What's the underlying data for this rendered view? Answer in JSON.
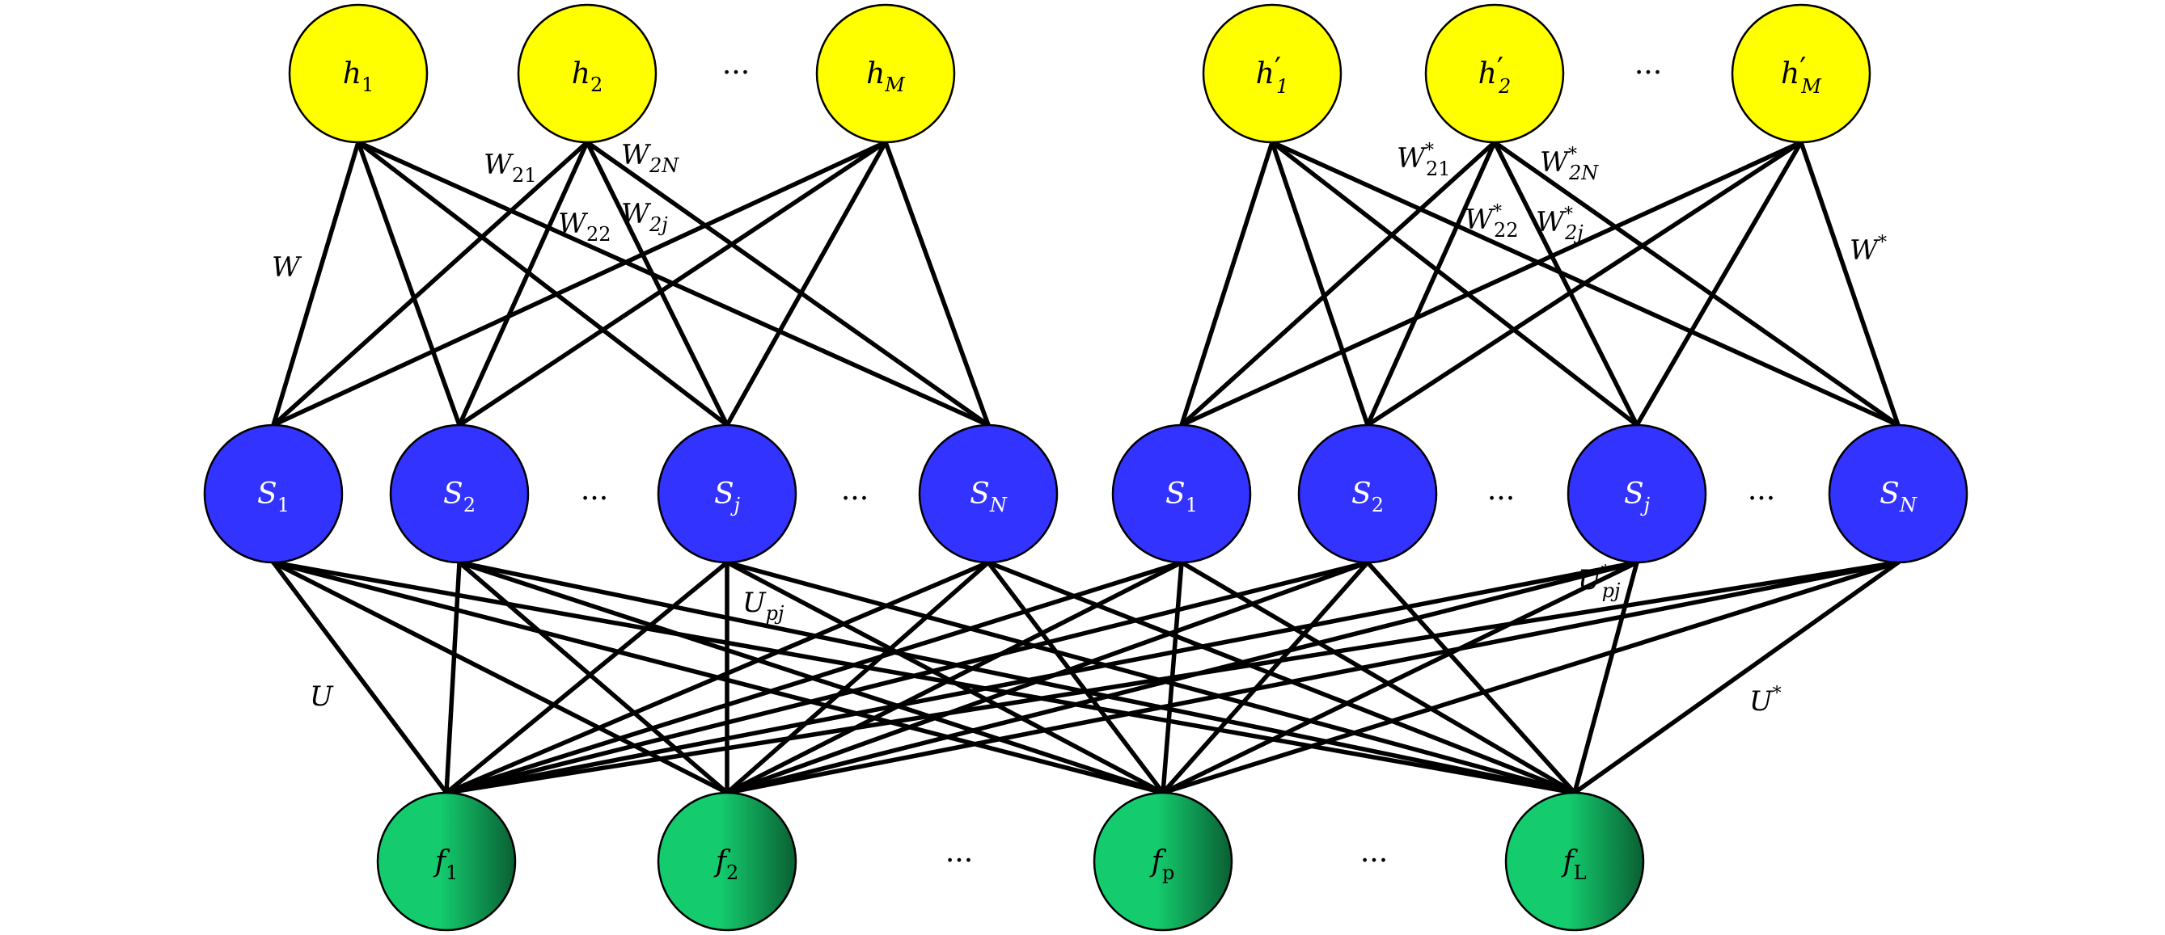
{
  "colors": {
    "hidden": "#ffff00",
    "state": "#3333ff",
    "feature_light": "#14cc6e",
    "feature_dark": "#0a5f33",
    "edge": "#000000"
  },
  "layers": {
    "hidden_left": [
      {
        "id": "h1",
        "base": "h",
        "sub": "1",
        "prime": ""
      },
      {
        "id": "h2",
        "base": "h",
        "sub": "2",
        "prime": ""
      },
      {
        "id": "hM",
        "base": "h",
        "sub": "M",
        "prime": ""
      }
    ],
    "hidden_right": [
      {
        "id": "h1p",
        "base": "h",
        "sub": "1",
        "prime": "′"
      },
      {
        "id": "h2p",
        "base": "h",
        "sub": "2",
        "prime": "′"
      },
      {
        "id": "hMp",
        "base": "h",
        "sub": "M",
        "prime": "′"
      }
    ],
    "state_left": [
      {
        "id": "S1",
        "base": "S",
        "sub": "1"
      },
      {
        "id": "S2",
        "base": "S",
        "sub": "2"
      },
      {
        "id": "Sj",
        "base": "S",
        "sub": "j"
      },
      {
        "id": "SN",
        "base": "S",
        "sub": "N"
      }
    ],
    "state_right": [
      {
        "id": "S1p",
        "base": "S",
        "sub": "1"
      },
      {
        "id": "S2p",
        "base": "S",
        "sub": "2"
      },
      {
        "id": "Sjp",
        "base": "S",
        "sub": "j"
      },
      {
        "id": "SNp",
        "base": "S",
        "sub": "N"
      }
    ],
    "features": [
      {
        "id": "f1",
        "base": "f",
        "sub": "1"
      },
      {
        "id": "f2",
        "base": "f",
        "sub": "2"
      },
      {
        "id": "fp",
        "base": "f",
        "sub": "p"
      },
      {
        "id": "fL",
        "base": "f",
        "sub": "L"
      }
    ]
  },
  "ellipsis": "...",
  "edge_labels": [
    {
      "id": "W",
      "base": "W",
      "sub": "",
      "sup": ""
    },
    {
      "id": "W21",
      "base": "W",
      "sub": "21",
      "sup": ""
    },
    {
      "id": "W2N",
      "base": "W",
      "sub": "2N",
      "sup": ""
    },
    {
      "id": "W22",
      "base": "W",
      "sub": "22",
      "sup": ""
    },
    {
      "id": "W2j",
      "base": "W",
      "sub": "2j",
      "sup": ""
    },
    {
      "id": "W21s",
      "base": "W",
      "sub": "21",
      "sup": "*"
    },
    {
      "id": "W2Ns",
      "base": "W",
      "sub": "2N",
      "sup": "*"
    },
    {
      "id": "W22s",
      "base": "W",
      "sub": "22",
      "sup": "*"
    },
    {
      "id": "W2js",
      "base": "W",
      "sub": "2j",
      "sup": "*"
    },
    {
      "id": "Ws",
      "base": "W",
      "sub": "",
      "sup": "*"
    },
    {
      "id": "U",
      "base": "U",
      "sub": "",
      "sup": ""
    },
    {
      "id": "Upj",
      "base": "U",
      "sub": "pj",
      "sup": ""
    },
    {
      "id": "Upjs",
      "base": "U",
      "sub": "pj",
      "sup": "*"
    },
    {
      "id": "Us",
      "base": "U",
      "sub": "",
      "sup": "*"
    }
  ],
  "connectivity": "fully-connected between adjacent layers"
}
